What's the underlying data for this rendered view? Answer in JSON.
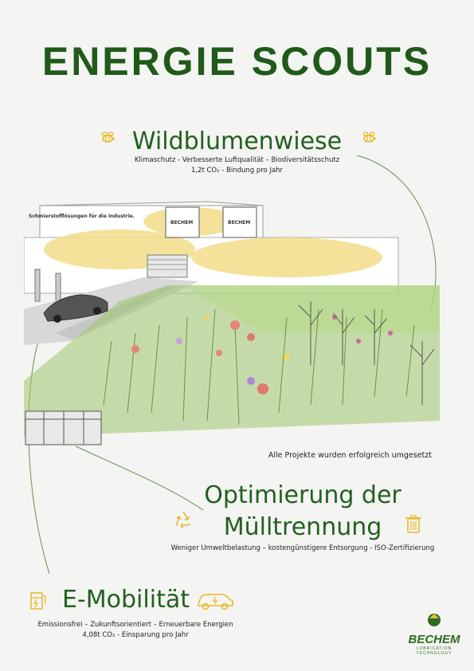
{
  "title": "ENERGIE SCOUTS",
  "sections": {
    "wildblumen": {
      "title": "Wildblumenwiese",
      "line1": "Klimaschutz - Verbesserte Luftqualität – Biodiversitätsschutz",
      "line2": "1,2t CO₂ - Bindung pro Jahr"
    },
    "muell": {
      "title_line1": "Optimierung der",
      "title_line2": "Mülltrennung",
      "line1": "Weniger Umweltbelastung – kostengünstigere Entsorgung - ISO-Zertifizierung"
    },
    "emob": {
      "title": "E-Mobilität",
      "line1": "Emissionsfrei – Zukunftsorientiert – Erneuerbare Energien",
      "line2": "4,08t CO₂ - Einsparung pro Jahr"
    }
  },
  "illustration": {
    "caption": "Alle Projekte wurden erfolgreich umgesetzt",
    "building_sign": "Schmierstofflösungen für die Industrie.",
    "sign_brand": "BECHEM"
  },
  "logo": {
    "name": "BECHEM",
    "tagline": "LUBRICATION TECHNOLOGY"
  },
  "colors": {
    "title_green": "#1f5a19",
    "icon_yellow": "#e8b820",
    "meadow_green": "#8fbf5a",
    "sun_yellow": "#f2dd8a"
  },
  "icons": [
    "bee-icon",
    "recycle-icon",
    "trash-can-icon",
    "charging-icon",
    "electric-car-icon"
  ]
}
